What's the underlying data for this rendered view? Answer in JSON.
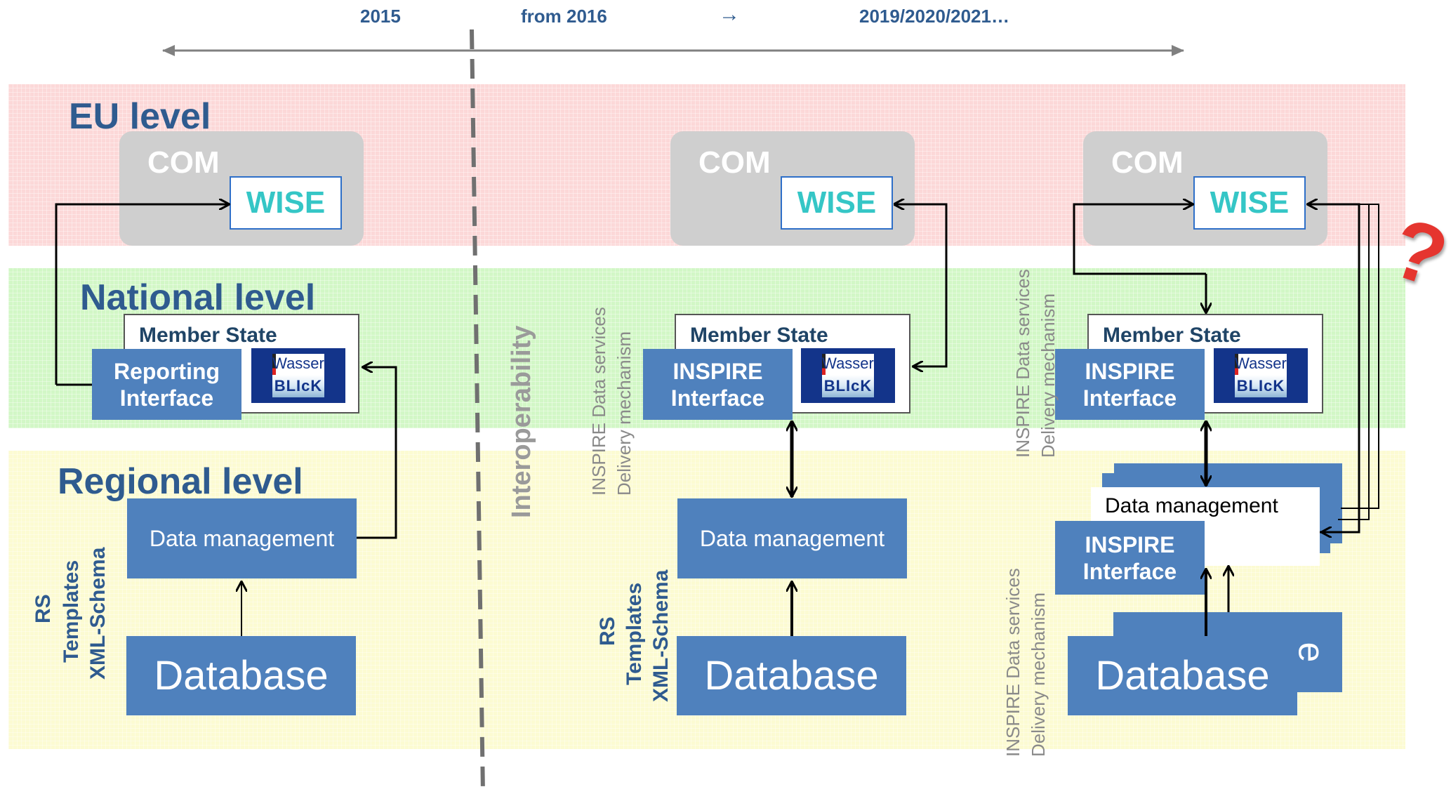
{
  "timeline": {
    "y2015": "2015",
    "from2016": "from 2016",
    "arrow": "→",
    "later": "2019/2020/2021…"
  },
  "levels": {
    "eu": "EU level",
    "national": "National level",
    "regional": "Regional level"
  },
  "interoperability": "Interoperability",
  "com_label": "COM",
  "wise_label": "WISE",
  "member_state_label": "Member State",
  "logo": {
    "top": "Wasser",
    "bottom": "BLIcK"
  },
  "columns": [
    {
      "interface_label": "Reporting\nInterface",
      "data_management": "Data management",
      "database": "Database",
      "side_note": {
        "line1": "RS",
        "line2": "Templates",
        "line3": "XML-Schema"
      }
    },
    {
      "interface_label": "INSPIRE\nInterface",
      "data_management": "Data management",
      "database": "Database",
      "side_note": {
        "line1": "RS",
        "line2": "Templates",
        "line3": "XML-Schema"
      },
      "delivery_note": {
        "line1": "INSPIRE Data services",
        "line2": "Delivery mechanism"
      }
    },
    {
      "interface_label": "INSPIRE\nInterface",
      "interface_label_lower": "INSPIRE\nInterface",
      "data_management": "Data management",
      "database": "Database",
      "database_back_fragment": "e",
      "delivery_note_upper": {
        "line1": "INSPIRE Data services",
        "line2": "Delivery mechanism"
      },
      "delivery_note_lower": {
        "line1": "INSPIRE Data services",
        "line2": "Delivery mechanism"
      }
    }
  ],
  "question_mark": "?",
  "colors": {
    "eu_band": "#fcd8d8",
    "national_band": "#d2f7c6",
    "regional_band": "#fcfbd2",
    "box_blue": "#4f81bd",
    "title_blue": "#2f5b8f",
    "wise_teal": "#35c6c6",
    "question_red": "#e5352f"
  }
}
